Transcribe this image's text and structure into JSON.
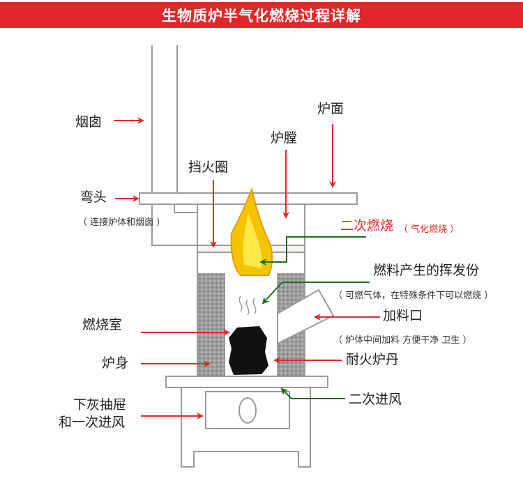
{
  "title": "生物质炉半气化燃烧过程详解",
  "colors": {
    "header": "#e4262a",
    "arrow_red": "#e4262a",
    "arrow_green": "#1a6e1a",
    "insulation": "#a0a0a0",
    "flame": "#f5c400",
    "fuel": "#111111"
  },
  "labels": {
    "chimney": "烟囱",
    "stove_top": "炉面",
    "hearth": "炉膛",
    "fire_ring": "挡火圈",
    "elbow": "弯头",
    "elbow_note": "（ 连接炉体和烟囱 ）",
    "secondary_combustion": "二次燃烧",
    "secondary_combustion_note": "（ 气化燃烧 ）",
    "volatiles": "燃料产生的挥发份",
    "volatiles_note": "（ 可燃气体，在特殊条件下可以燃烧 ）",
    "feed_port": "加料口",
    "feed_port_note": "（ 炉体中间加料  方便干净  卫生 ）",
    "combustion_chamber": "燃烧室",
    "stove_body": "炉身",
    "refractory_core": "耐火炉丹",
    "secondary_air": "二次进风",
    "ash_drawer_line1": "下灰抽屉",
    "ash_drawer_line2": "和一次进风"
  }
}
